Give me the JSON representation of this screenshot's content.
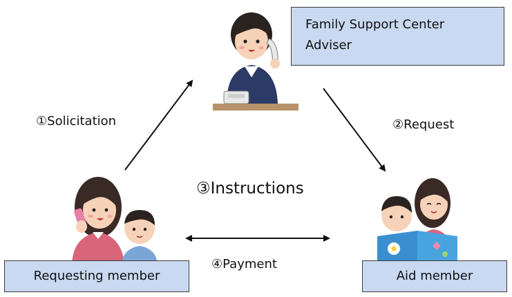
{
  "nodes": {
    "adviser_box": {
      "line1": "Family Support Center",
      "line2": "Adviser"
    },
    "requesting_box": {
      "label": "Requesting member"
    },
    "aid_box": {
      "label": "Aid member"
    }
  },
  "steps": {
    "solicitation": "①Solicitation",
    "request": "②Request",
    "instructions": "③Instructions",
    "payment": "④Payment"
  },
  "colors": {
    "box_fill": "#c9d9f1",
    "box_border": "#3a3a3a",
    "arrow": "#111111"
  },
  "illustrations": {
    "adviser": "adviser-on-phone-illustration",
    "requesting": "mother-on-phone-with-child-illustration",
    "aid": "woman-reading-book-to-child-illustration"
  }
}
